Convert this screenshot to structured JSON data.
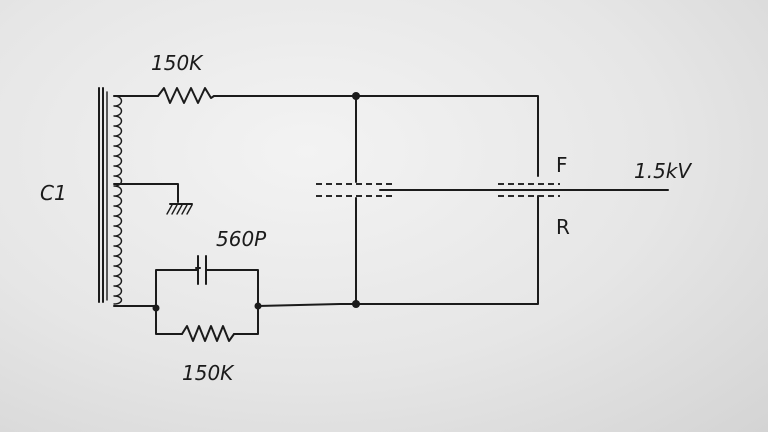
{
  "labels": {
    "transformer": "C1",
    "resistor_top": "150K",
    "capacitor": "560P",
    "resistor_bottom": "150K",
    "focus_terminal": "F",
    "return_terminal": "R",
    "voltage": "1.5kV"
  }
}
